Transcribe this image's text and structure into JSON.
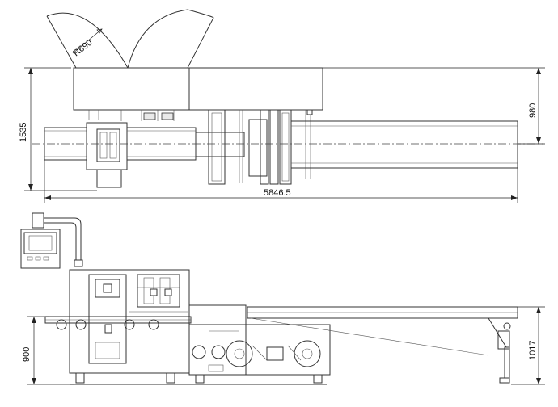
{
  "drawing": {
    "top_view": {
      "radius_label": "R690",
      "height_dim": "1535",
      "width_dim": "980",
      "length_dim": "5846.5"
    },
    "side_view": {
      "left_height_dim": "900",
      "right_height_dim": "1017"
    }
  }
}
